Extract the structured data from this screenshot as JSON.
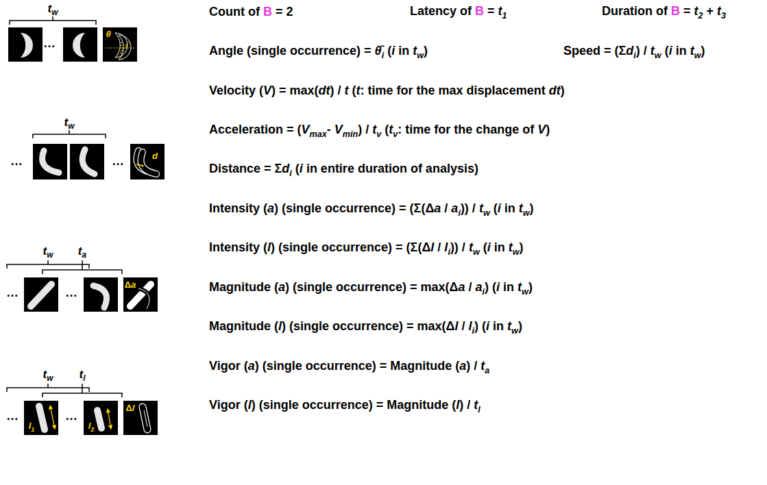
{
  "diagram": {
    "labels": [
      "tw",
      "Count of B = 2",
      "Latency of B = t1",
      "Duration of B = t2 + t3",
      "…",
      "θ",
      "Angle (single occurrence) = θ̄i (i in tw)",
      "Speed = (Σdi) / tw (i in tw)",
      "Velocity (V) = max(dt) / t (t: time for the max displacement dt)",
      "tw",
      "Acceleration = (Vmax- Vmin) / tv (tv: time for the change of V)",
      "…",
      "…",
      "d",
      "Distance = Σdi (i in entire duration of analysis)",
      "Intensity (a) (single occurrence) = (Σ(Δa / ai)) / tw (i in tw)",
      "tw",
      "ta",
      "Intensity (l) (single occurrence) = (Σ(Δl / li)) / tw (i in tw)",
      "…",
      "…",
      "Δa",
      "Magnitude (a) (single occurrence) = max(Δa / ai) (i in tw)",
      "Magnitude (l) (single occurrence) = max(Δl / li) (i in tw)",
      "tw",
      "tl",
      "…",
      "…",
      "l1",
      "l2",
      "Δl",
      "Vigor (a) (single occurrence) = Magnitude (a) / ta",
      "Vigor (l) (single occurrence) = Magnitude (l) / tl"
    ]
  }
}
